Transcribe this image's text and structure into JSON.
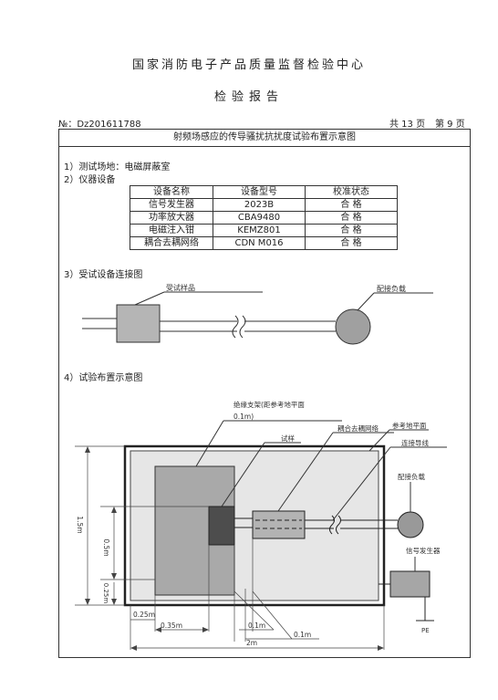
{
  "header": {
    "org": "国家消防电子产品质量监督检验中心",
    "doc_title": "检验报告"
  },
  "meta": {
    "report_no": "№：Dz201611788",
    "total_pages": "共 13 页",
    "page_no": "第 9 页"
  },
  "report": {
    "frame_title": "射频场感应的传导骚扰抗扰度试验布置示意图",
    "site_label": "1）测试场地：电磁屏蔽室",
    "equipment_label": "2）仪器设备",
    "connection_label": "3）受试设备连接图",
    "layout_label": "4）试验布置示意图"
  },
  "equipment_table": {
    "headers": [
      "设备名称",
      "设备型号",
      "校准状态"
    ],
    "rows": [
      [
        "信号发生器",
        "2023B",
        "合 格"
      ],
      [
        "功率放大器",
        "CBA9480",
        "合 格"
      ],
      [
        "电磁注入钳",
        "KEMZ801",
        "合 格"
      ],
      [
        "耦合去耦网络",
        "CDN M016",
        "合 格"
      ]
    ]
  },
  "connection_diagram": {
    "eut_label": "受试样品",
    "load_label": "配接负载"
  },
  "layout_diagram": {
    "support_label": "绝缘支架(距参考地平面",
    "support_height": "0.1m)",
    "sample_label": "试样",
    "cdn_label": "耦合去耦网络",
    "ground_label": "参考地平面",
    "cable_label": "连接导线",
    "load_label": "配接负载",
    "generator_label": "信号发生器",
    "pe_label": "PE",
    "dim_height": "1.5m",
    "dim_mid": "0.5m",
    "dim_low": "0.25m",
    "dim_left": "0.25m",
    "dim_sample": "0.35m",
    "dim_gap1": "0.1m",
    "dim_gap2": "0.1m",
    "dim_width": "2m"
  },
  "colors": {
    "plane": "#e6e6e6",
    "support": "#a9a9a9",
    "sample": "#4d4d4d",
    "cdn": "#b3b3b3",
    "load": "#999999",
    "generator": "#a6a6a6"
  }
}
